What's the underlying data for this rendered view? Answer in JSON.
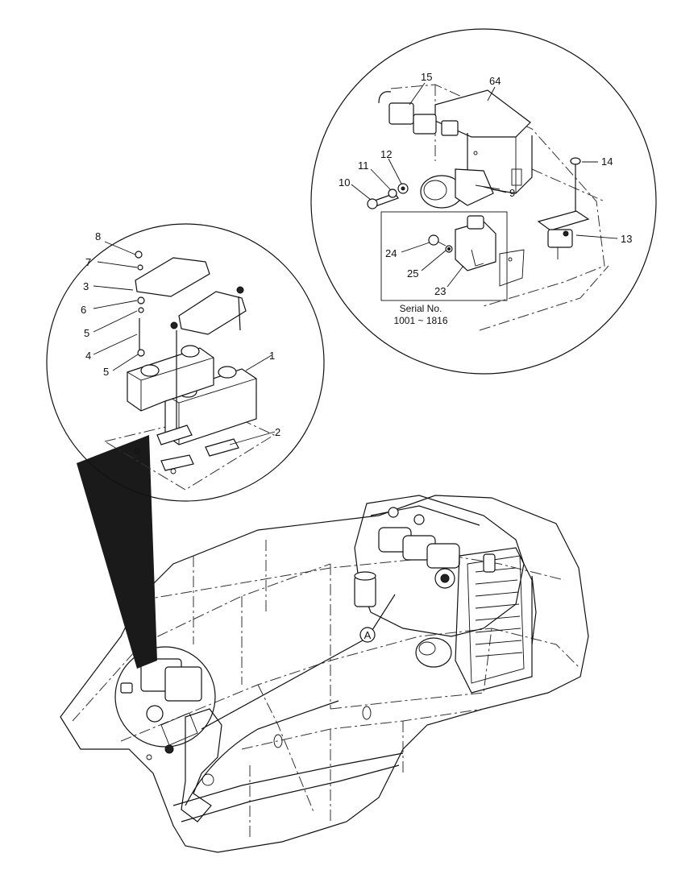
{
  "detail_left": {
    "callouts": [
      {
        "id": "c8",
        "text": "8"
      },
      {
        "id": "c7",
        "text": "7"
      },
      {
        "id": "c3",
        "text": "3"
      },
      {
        "id": "c6",
        "text": "6"
      },
      {
        "id": "c5a",
        "text": "5"
      },
      {
        "id": "c4",
        "text": "4"
      },
      {
        "id": "c5b",
        "text": "5"
      },
      {
        "id": "c1",
        "text": "1"
      },
      {
        "id": "c2",
        "text": "2"
      }
    ]
  },
  "detail_right": {
    "callouts": [
      {
        "id": "c15",
        "text": "15"
      },
      {
        "id": "c64",
        "text": "64"
      },
      {
        "id": "c12",
        "text": "12"
      },
      {
        "id": "c11",
        "text": "11"
      },
      {
        "id": "c10",
        "text": "10"
      },
      {
        "id": "c14",
        "text": "14"
      },
      {
        "id": "c9",
        "text": "9"
      },
      {
        "id": "c13",
        "text": "13"
      },
      {
        "id": "c24",
        "text": "24"
      },
      {
        "id": "c25",
        "text": "25"
      },
      {
        "id": "c23",
        "text": "23"
      }
    ],
    "serial_label": "Serial No.",
    "serial_range": "1001 ~ 1816"
  },
  "main_view": {
    "view_marker": "A"
  }
}
